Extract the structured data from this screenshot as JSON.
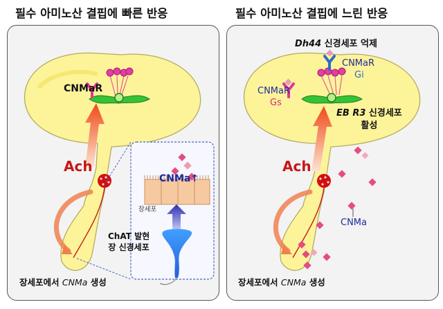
{
  "left": {
    "title": "필수 아미노산 결핍에 빠른 반응",
    "receptor_label": "CNMaR",
    "ach_label": "Ach",
    "inset": {
      "cnma_label": "CNMa",
      "cell_label": "장세포",
      "neuron_label_line1": "ChAT 발현",
      "neuron_label_line2": "장 신경세포"
    },
    "bottom_label_prefix": "장세포에서 ",
    "bottom_label_gene": "CNMa",
    "bottom_label_suffix": " 생성"
  },
  "right": {
    "title": "필수 아미노산 결핍에 느린 반응",
    "dh44_gene": "Dh44",
    "dh44_text": " 신경세포 억제",
    "receptor_gi_label": "CNMaR",
    "gi_label": "Gi",
    "receptor_gs_label": "CNMaR",
    "gs_label": "Gs",
    "ebr3_gene": "EB R3",
    "ebr3_text": " 신경세포",
    "ebr3_line2": "활성",
    "ach_label": "Ach",
    "cnma_label": "CNMa",
    "bottom_label_prefix": "장세포에서 ",
    "bottom_label_gene": "CNMa",
    "bottom_label_suffix": " 생성"
  },
  "colors": {
    "body_yellow": "#fdf49a",
    "receptor_magenta": "#e0359a",
    "receptor_blue": "#2f6cc8",
    "ach_red": "#d01010",
    "gs_pink": "#d0287a",
    "gi_blue": "#2f6cc8",
    "neuron_green": "#36c236"
  }
}
